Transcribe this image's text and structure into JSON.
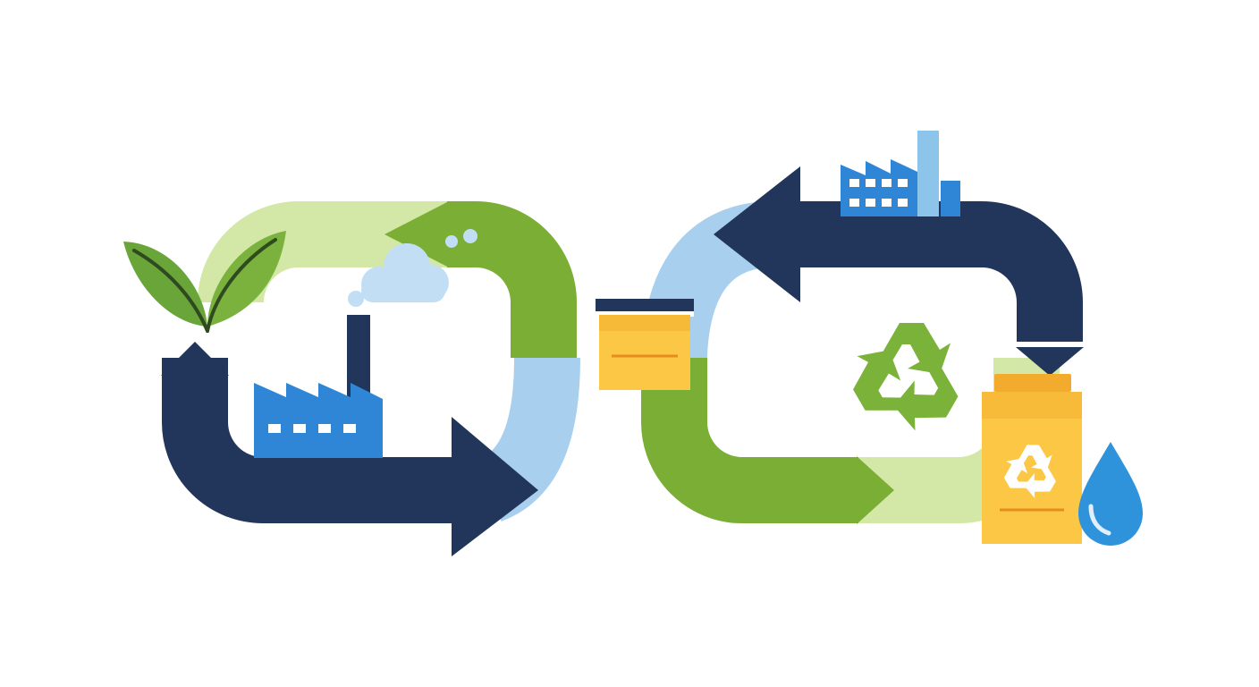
{
  "diagram": {
    "type": "circular-economy-infinity-loop",
    "colors": {
      "background": "#ffffff",
      "navy": "#22355b",
      "green": "#7bae35",
      "light_green": "#d3e8a6",
      "light_blue": "#a8d0ee",
      "factory_blue": "#2f86d6",
      "pale_blue": "#8cc4ea",
      "cloud": "#c2def4",
      "leaf_green": "#6aa53a",
      "leaf_vein": "#2e4a1f",
      "box_yellow": "#fcc744",
      "box_shade": "#f2ab2c",
      "recycle_green": "#7ab23a",
      "water_blue": "#2f93dc"
    },
    "elements": [
      {
        "name": "left-loop-navy-arrow",
        "kind": "arrow"
      },
      {
        "name": "left-loop-green-arrow",
        "kind": "arrow"
      },
      {
        "name": "right-loop-navy-arrow",
        "kind": "arrow"
      },
      {
        "name": "right-loop-green-arrow",
        "kind": "arrow"
      },
      {
        "name": "leaf-icon",
        "kind": "icon"
      },
      {
        "name": "factory-icon",
        "kind": "icon"
      },
      {
        "name": "cloud-icon",
        "kind": "icon"
      },
      {
        "name": "package-box-icon",
        "kind": "icon"
      },
      {
        "name": "factory-small-icon",
        "kind": "icon"
      },
      {
        "name": "recycle-icon",
        "kind": "icon"
      },
      {
        "name": "recycle-bag-icon",
        "kind": "icon"
      },
      {
        "name": "water-drop-icon",
        "kind": "icon"
      }
    ]
  }
}
